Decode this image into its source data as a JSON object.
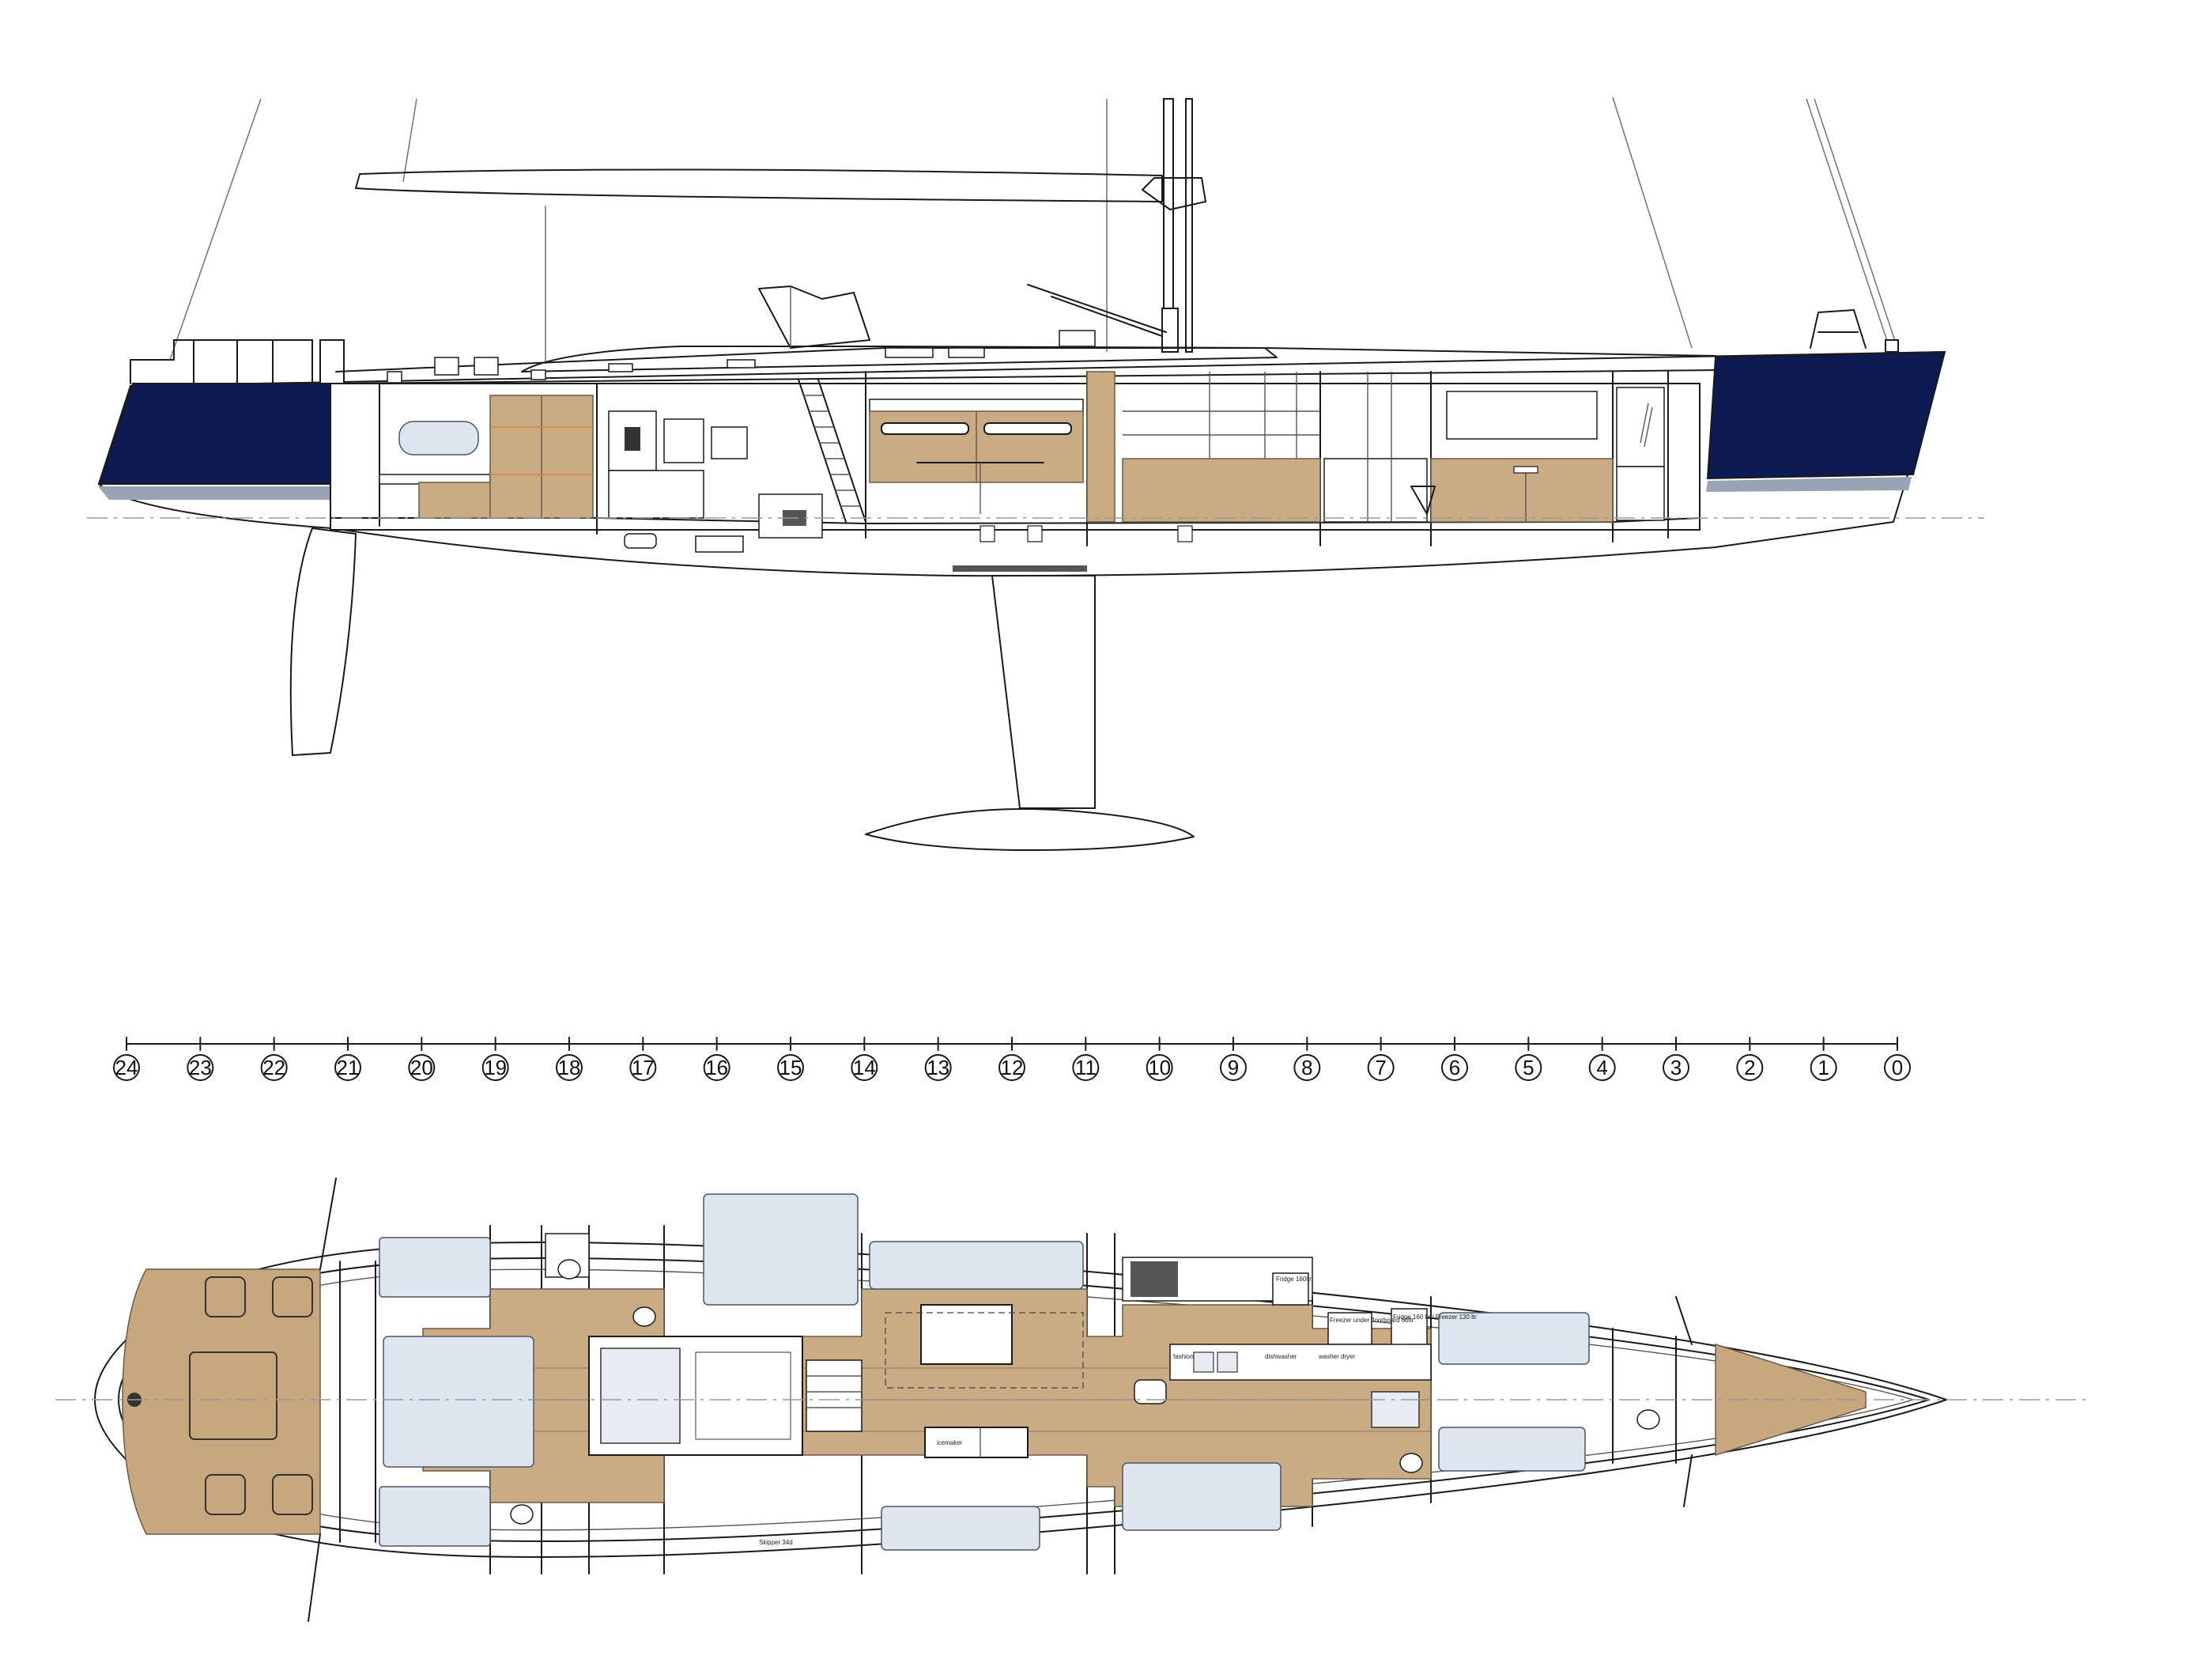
{
  "colors": {
    "hull_navy": "#0e1a52",
    "wood": "#c9ab84",
    "deck_teak": "#c7a77d",
    "cushion": "#dde5ef",
    "boot_stripe": "#9aa3b3",
    "line": "#1a1a1a"
  },
  "scale": {
    "labels": [
      "24",
      "23",
      "22",
      "21",
      "20",
      "19",
      "18",
      "17",
      "16",
      "15",
      "14",
      "13",
      "12",
      "11",
      "10",
      "9",
      "8",
      "7",
      "6",
      "5",
      "4",
      "3",
      "2",
      "1",
      "0"
    ]
  },
  "layout_labels": {
    "fridge_160": "Fridge 160ltr",
    "freezer_bin": "Freezer under floorboard 60ltr",
    "fridge_freezer": "Fridge 160 ltr / Freezer 130 ltr",
    "fashion": "fashion",
    "dishwasher": "dishwasher",
    "washer_dryer": "washer dryer",
    "icemaker": "icemaker",
    "skipper_ref": "Skipper 34d"
  }
}
